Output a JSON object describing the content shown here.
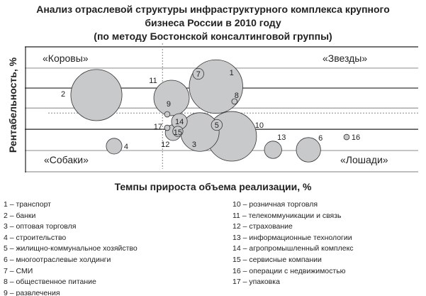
{
  "chart_data": {
    "type": "scatter",
    "subtype": "bubble",
    "title": [
      "Анализ отраслевой структуры инфраструктурного комплекса крупного",
      "бизнеса России в 2010 году",
      "(по методу Бостонской консалтинговой группы)"
    ],
    "xlabel": "Темпы прироста объема реализации, %",
    "ylabel": "Рентабельность, %",
    "xlim": [
      0,
      100
    ],
    "ylim": [
      0,
      100
    ],
    "grid": true,
    "gridlines_y": [
      17,
      34,
      51,
      67,
      83,
      100
    ],
    "dividers": {
      "x": 35,
      "y": 47
    },
    "quadrants": {
      "top_left": "«Коровы»",
      "top_right": "«Звезды»",
      "bottom_left": "«Собаки»",
      "bottom_right": "«Лошади»"
    },
    "points": [
      {
        "id": "1",
        "x": 48.6,
        "y": 68.2,
        "size": 6.8
      },
      {
        "id": "2",
        "x": 18.2,
        "y": 61.4,
        "size": 6.5
      },
      {
        "id": "3",
        "x": 44.5,
        "y": 31.8,
        "size": 4.9
      },
      {
        "id": "4",
        "x": 22.7,
        "y": 20.5,
        "size": 2.0
      },
      {
        "id": "5",
        "x": 48.8,
        "y": 37.5,
        "size": 1.4
      },
      {
        "id": "6",
        "x": 72.1,
        "y": 17.6,
        "size": 3.1
      },
      {
        "id": "7",
        "x": 44.1,
        "y": 78.4,
        "size": 1.4
      },
      {
        "id": "8",
        "x": 53.3,
        "y": 56.3,
        "size": 0.7
      },
      {
        "id": "9",
        "x": 36.2,
        "y": 46.0,
        "size": 0.7
      },
      {
        "id": "10",
        "x": 52.6,
        "y": 28.4,
        "size": 6.3
      },
      {
        "id": "11",
        "x": 37.3,
        "y": 59.1,
        "size": 4.5
      },
      {
        "id": "12",
        "x": 37.7,
        "y": 31.3,
        "size": 2.0
      },
      {
        "id": "13",
        "x": 63.1,
        "y": 17.6,
        "size": 2.2
      },
      {
        "id": "14",
        "x": 39.3,
        "y": 40.3,
        "size": 2.0
      },
      {
        "id": "15",
        "x": 38.9,
        "y": 32.4,
        "size": 1.3
      },
      {
        "id": "16",
        "x": 81.8,
        "y": 27.8,
        "size": 0.7
      },
      {
        "id": "17",
        "x": 36.2,
        "y": 35.2,
        "size": 0.7
      }
    ],
    "legend": [
      "1 – транспорт",
      "2 – банки",
      "3 – оптовая торговля",
      "4 – строительство",
      "5 – жилищно-коммунальное хозяйство",
      "6 – многоотраслевые холдинги",
      "7 – СМИ",
      "8 –  общественное питание",
      "9 – развлечения",
      "10 – розничная торговля",
      "11 – телекоммуникации и связь",
      "12 – страхование",
      "13 – информационные технологии",
      "14 –  агропромышленный комплекс",
      "15 – сервисные компании",
      "16 – операции с недвижимостью",
      "17 – упаковка"
    ],
    "colors": {
      "bubble": "#c8c9cb",
      "stroke": "#333333",
      "grid": "#999999"
    }
  }
}
